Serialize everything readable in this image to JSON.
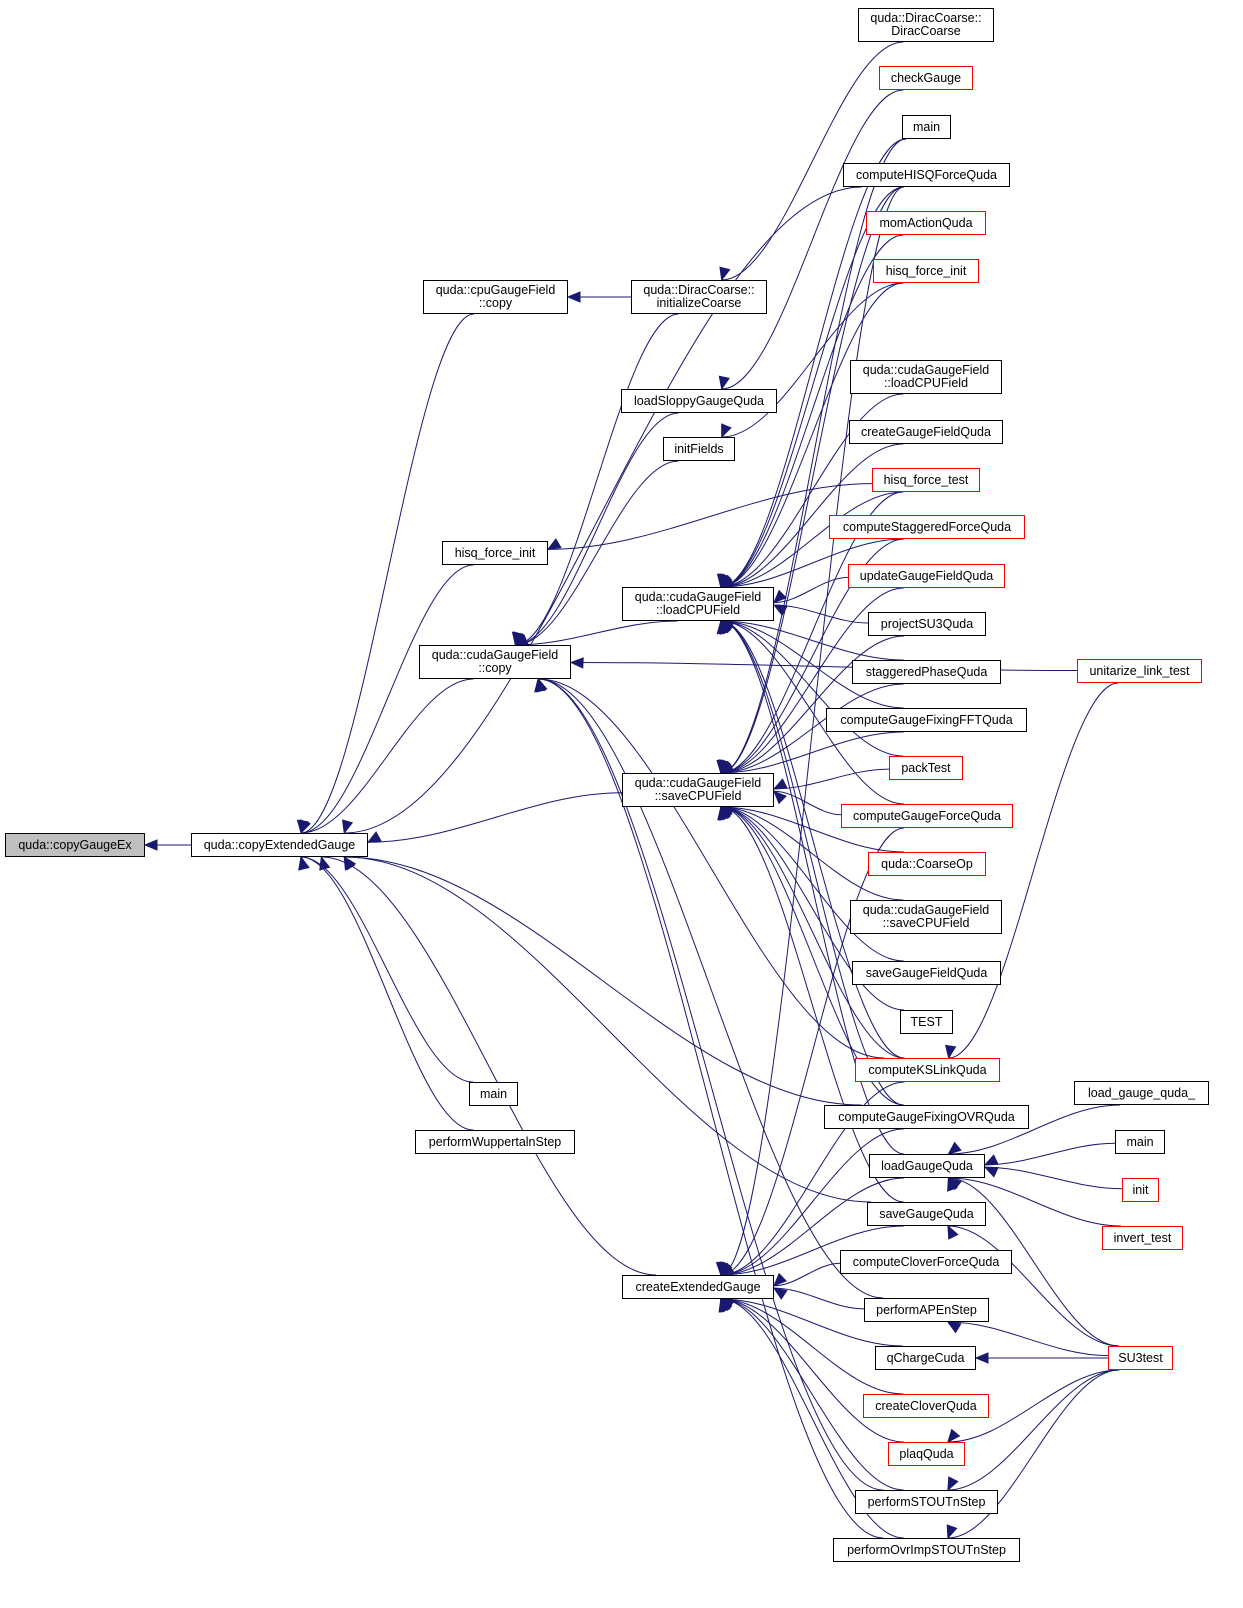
{
  "diagram": {
    "type": "caller-graph",
    "root": "quda::copyGaugeEx",
    "colors": {
      "edge": "#191970",
      "linked_border": "#000000",
      "undocumented_border": "#ff0000",
      "root_fill": "#bfbfbf"
    },
    "nodes": [
      {
        "id": "copyGaugeEx",
        "lines": [
          "quda::copyGaugeEx"
        ],
        "style": "root"
      },
      {
        "id": "copyExtendedGauge",
        "lines": [
          "quda::copyExtendedGauge"
        ],
        "style": "black"
      },
      {
        "id": "cpuCopy",
        "lines": [
          "quda::cpuGaugeField",
          "::copy"
        ],
        "style": "black"
      },
      {
        "id": "initializeCoarse",
        "lines": [
          "quda::DiracCoarse::",
          "initializeCoarse"
        ],
        "style": "black"
      },
      {
        "id": "DiracCoarse",
        "lines": [
          "quda::DiracCoarse::",
          "DiracCoarse"
        ],
        "style": "black"
      },
      {
        "id": "checkGauge",
        "lines": [
          "checkGauge"
        ],
        "style": "red"
      },
      {
        "id": "main1",
        "lines": [
          "main"
        ],
        "style": "black"
      },
      {
        "id": "computeHISQForceQuda",
        "lines": [
          "computeHISQForceQuda"
        ],
        "style": "black"
      },
      {
        "id": "momActionQuda",
        "lines": [
          "momActionQuda"
        ],
        "style": "red"
      },
      {
        "id": "hisq_force_init_r",
        "lines": [
          "hisq_force_init"
        ],
        "style": "red"
      },
      {
        "id": "loadCPUField_r",
        "lines": [
          "quda::cudaGaugeField",
          "::loadCPUField"
        ],
        "style": "black"
      },
      {
        "id": "createGaugeFieldQuda",
        "lines": [
          "createGaugeFieldQuda"
        ],
        "style": "black"
      },
      {
        "id": "hisq_force_test",
        "lines": [
          "hisq_force_test"
        ],
        "style": "red"
      },
      {
        "id": "computeStaggeredForceQuda",
        "lines": [
          "computeStaggeredForceQuda"
        ],
        "style": "red"
      },
      {
        "id": "updateGaugeFieldQuda",
        "lines": [
          "updateGaugeFieldQuda"
        ],
        "style": "red"
      },
      {
        "id": "projectSU3Quda",
        "lines": [
          "projectSU3Quda"
        ],
        "style": "black"
      },
      {
        "id": "staggeredPhaseQuda",
        "lines": [
          "staggeredPhaseQuda"
        ],
        "style": "black"
      },
      {
        "id": "computeGaugeFixingFFTQuda",
        "lines": [
          "computeGaugeFixingFFTQuda"
        ],
        "style": "black"
      },
      {
        "id": "packTest",
        "lines": [
          "packTest"
        ],
        "style": "red"
      },
      {
        "id": "computeGaugeForceQuda",
        "lines": [
          "computeGaugeForceQuda"
        ],
        "style": "red"
      },
      {
        "id": "CoarseOp",
        "lines": [
          "quda::CoarseOp"
        ],
        "style": "red"
      },
      {
        "id": "saveCPUField_r",
        "lines": [
          "quda::cudaGaugeField",
          "::saveCPUField"
        ],
        "style": "black"
      },
      {
        "id": "saveGaugeFieldQuda",
        "lines": [
          "saveGaugeFieldQuda"
        ],
        "style": "black"
      },
      {
        "id": "TEST",
        "lines": [
          "TEST"
        ],
        "style": "black"
      },
      {
        "id": "computeKSLinkQuda",
        "lines": [
          "computeKSLinkQuda"
        ],
        "style": "red"
      },
      {
        "id": "computeGaugeFixingOVRQuda",
        "lines": [
          "computeGaugeFixingOVRQuda"
        ],
        "style": "black"
      },
      {
        "id": "loadGaugeQuda",
        "lines": [
          "loadGaugeQuda"
        ],
        "style": "black"
      },
      {
        "id": "saveGaugeQuda",
        "lines": [
          "saveGaugeQuda"
        ],
        "style": "black"
      },
      {
        "id": "computeCloverForceQuda",
        "lines": [
          "computeCloverForceQuda"
        ],
        "style": "black"
      },
      {
        "id": "performAPEnStep",
        "lines": [
          "performAPEnStep"
        ],
        "style": "black"
      },
      {
        "id": "qChargeCuda",
        "lines": [
          "qChargeCuda"
        ],
        "style": "black"
      },
      {
        "id": "createCloverQuda",
        "lines": [
          "createCloverQuda"
        ],
        "style": "red"
      },
      {
        "id": "plaqQuda",
        "lines": [
          "plaqQuda"
        ],
        "style": "red"
      },
      {
        "id": "performSTOUTnStep",
        "lines": [
          "performSTOUTnStep"
        ],
        "style": "black"
      },
      {
        "id": "performOvrImpSTOUTnStep",
        "lines": [
          "performOvrImpSTOUTnStep"
        ],
        "style": "black"
      },
      {
        "id": "loadSloppyGaugeQuda",
        "lines": [
          "loadSloppyGaugeQuda"
        ],
        "style": "black"
      },
      {
        "id": "initFields",
        "lines": [
          "initFields"
        ],
        "style": "black"
      },
      {
        "id": "hisq_force_init_l",
        "lines": [
          "hisq_force_init"
        ],
        "style": "black"
      },
      {
        "id": "cudaCopy",
        "lines": [
          "quda::cudaGaugeField",
          "::copy"
        ],
        "style": "black"
      },
      {
        "id": "loadCPUField",
        "lines": [
          "quda::cudaGaugeField",
          "::loadCPUField"
        ],
        "style": "black"
      },
      {
        "id": "saveCPUField",
        "lines": [
          "quda::cudaGaugeField",
          "::saveCPUField"
        ],
        "style": "black"
      },
      {
        "id": "createExtendedGauge",
        "lines": [
          "createExtendedGauge"
        ],
        "style": "black"
      },
      {
        "id": "main2",
        "lines": [
          "main"
        ],
        "style": "black"
      },
      {
        "id": "performWuppertalnStep",
        "lines": [
          "performWuppertalnStep"
        ],
        "style": "black"
      },
      {
        "id": "unitarize_link_test",
        "lines": [
          "unitarize_link_test"
        ],
        "style": "red"
      },
      {
        "id": "load_gauge_quda_",
        "lines": [
          "load_gauge_quda_"
        ],
        "style": "black"
      },
      {
        "id": "main3",
        "lines": [
          "main"
        ],
        "style": "black"
      },
      {
        "id": "init",
        "lines": [
          "init"
        ],
        "style": "red"
      },
      {
        "id": "invert_test",
        "lines": [
          "invert_test"
        ],
        "style": "red"
      },
      {
        "id": "SU3test",
        "lines": [
          "SU3test"
        ],
        "style": "red"
      }
    ],
    "edges": [
      [
        "copyExtendedGauge",
        "copyGaugeEx"
      ],
      [
        "cpuCopy",
        "copyExtendedGauge"
      ],
      [
        "cudaCopy",
        "copyExtendedGauge"
      ],
      [
        "hisq_force_init_l",
        "copyExtendedGauge"
      ],
      [
        "saveCPUField",
        "copyExtendedGauge"
      ],
      [
        "main2",
        "copyExtendedGauge"
      ],
      [
        "performWuppertalnStep",
        "copyExtendedGauge"
      ],
      [
        "createExtendedGauge",
        "copyExtendedGauge"
      ],
      [
        "saveGaugeQuda",
        "copyExtendedGauge"
      ],
      [
        "computeGaugeFixingOVRQuda",
        "copyExtendedGauge"
      ],
      [
        "computeHISQForceQuda",
        "copyExtendedGauge"
      ],
      [
        "initializeCoarse",
        "cpuCopy"
      ],
      [
        "DiracCoarse",
        "initializeCoarse"
      ],
      [
        "checkGauge",
        "loadSloppyGaugeQuda"
      ],
      [
        "hisq_force_init_r",
        "initFields"
      ],
      [
        "hisq_force_test",
        "hisq_force_init_l"
      ],
      [
        "loadCPUField",
        "cudaCopy"
      ],
      [
        "initializeCoarse",
        "cudaCopy"
      ],
      [
        "loadSloppyGaugeQuda",
        "cudaCopy"
      ],
      [
        "initFields",
        "cudaCopy"
      ],
      [
        "unitarize_link_test",
        "cudaCopy"
      ],
      [
        "performSTOUTnStep",
        "cudaCopy"
      ],
      [
        "performOvrImpSTOUTnStep",
        "cudaCopy"
      ],
      [
        "performAPEnStep",
        "cudaCopy"
      ],
      [
        "computeKSLinkQuda",
        "cudaCopy"
      ],
      [
        "main1",
        "loadCPUField"
      ],
      [
        "computeHISQForceQuda",
        "loadCPUField"
      ],
      [
        "momActionQuda",
        "loadCPUField"
      ],
      [
        "hisq_force_init_r",
        "loadCPUField"
      ],
      [
        "loadCPUField_r",
        "loadCPUField"
      ],
      [
        "createGaugeFieldQuda",
        "loadCPUField"
      ],
      [
        "hisq_force_test",
        "loadCPUField"
      ],
      [
        "computeStaggeredForceQuda",
        "loadCPUField"
      ],
      [
        "updateGaugeFieldQuda",
        "loadCPUField"
      ],
      [
        "projectSU3Quda",
        "loadCPUField"
      ],
      [
        "staggeredPhaseQuda",
        "loadCPUField"
      ],
      [
        "computeGaugeFixingFFTQuda",
        "loadCPUField"
      ],
      [
        "packTest",
        "loadCPUField"
      ],
      [
        "computeGaugeForceQuda",
        "loadCPUField"
      ],
      [
        "computeKSLinkQuda",
        "loadCPUField"
      ],
      [
        "computeGaugeFixingOVRQuda",
        "loadCPUField"
      ],
      [
        "loadGaugeQuda",
        "loadCPUField"
      ],
      [
        "main1",
        "saveCPUField"
      ],
      [
        "computeHISQForceQuda",
        "saveCPUField"
      ],
      [
        "hisq_force_test",
        "saveCPUField"
      ],
      [
        "computeStaggeredForceQuda",
        "saveCPUField"
      ],
      [
        "updateGaugeFieldQuda",
        "saveCPUField"
      ],
      [
        "projectSU3Quda",
        "saveCPUField"
      ],
      [
        "staggeredPhaseQuda",
        "saveCPUField"
      ],
      [
        "computeGaugeFixingFFTQuda",
        "saveCPUField"
      ],
      [
        "packTest",
        "saveCPUField"
      ],
      [
        "computeGaugeForceQuda",
        "saveCPUField"
      ],
      [
        "CoarseOp",
        "saveCPUField"
      ],
      [
        "saveCPUField_r",
        "saveCPUField"
      ],
      [
        "saveGaugeFieldQuda",
        "saveCPUField"
      ],
      [
        "TEST",
        "saveCPUField"
      ],
      [
        "computeKSLinkQuda",
        "saveCPUField"
      ],
      [
        "computeGaugeFixingOVRQuda",
        "saveCPUField"
      ],
      [
        "saveGaugeQuda",
        "saveCPUField"
      ],
      [
        "computeHISQForceQuda",
        "createExtendedGauge"
      ],
      [
        "computeGaugeForceQuda",
        "createExtendedGauge"
      ],
      [
        "computeKSLinkQuda",
        "createExtendedGauge"
      ],
      [
        "computeGaugeFixingOVRQuda",
        "createExtendedGauge"
      ],
      [
        "loadGaugeQuda",
        "createExtendedGauge"
      ],
      [
        "saveGaugeQuda",
        "createExtendedGauge"
      ],
      [
        "computeCloverForceQuda",
        "createExtendedGauge"
      ],
      [
        "performAPEnStep",
        "createExtendedGauge"
      ],
      [
        "qChargeCuda",
        "createExtendedGauge"
      ],
      [
        "createCloverQuda",
        "createExtendedGauge"
      ],
      [
        "plaqQuda",
        "createExtendedGauge"
      ],
      [
        "performSTOUTnStep",
        "createExtendedGauge"
      ],
      [
        "performOvrImpSTOUTnStep",
        "createExtendedGauge"
      ],
      [
        "unitarize_link_test",
        "computeKSLinkQuda"
      ],
      [
        "load_gauge_quda_",
        "loadGaugeQuda"
      ],
      [
        "main3",
        "loadGaugeQuda"
      ],
      [
        "init",
        "loadGaugeQuda"
      ],
      [
        "invert_test",
        "loadGaugeQuda"
      ],
      [
        "SU3test",
        "loadGaugeQuda"
      ],
      [
        "SU3test",
        "saveGaugeQuda"
      ],
      [
        "SU3test",
        "performAPEnStep"
      ],
      [
        "SU3test",
        "qChargeCuda"
      ],
      [
        "SU3test",
        "plaqQuda"
      ],
      [
        "SU3test",
        "performSTOUTnStep"
      ],
      [
        "SU3test",
        "performOvrImpSTOUTnStep"
      ]
    ]
  }
}
